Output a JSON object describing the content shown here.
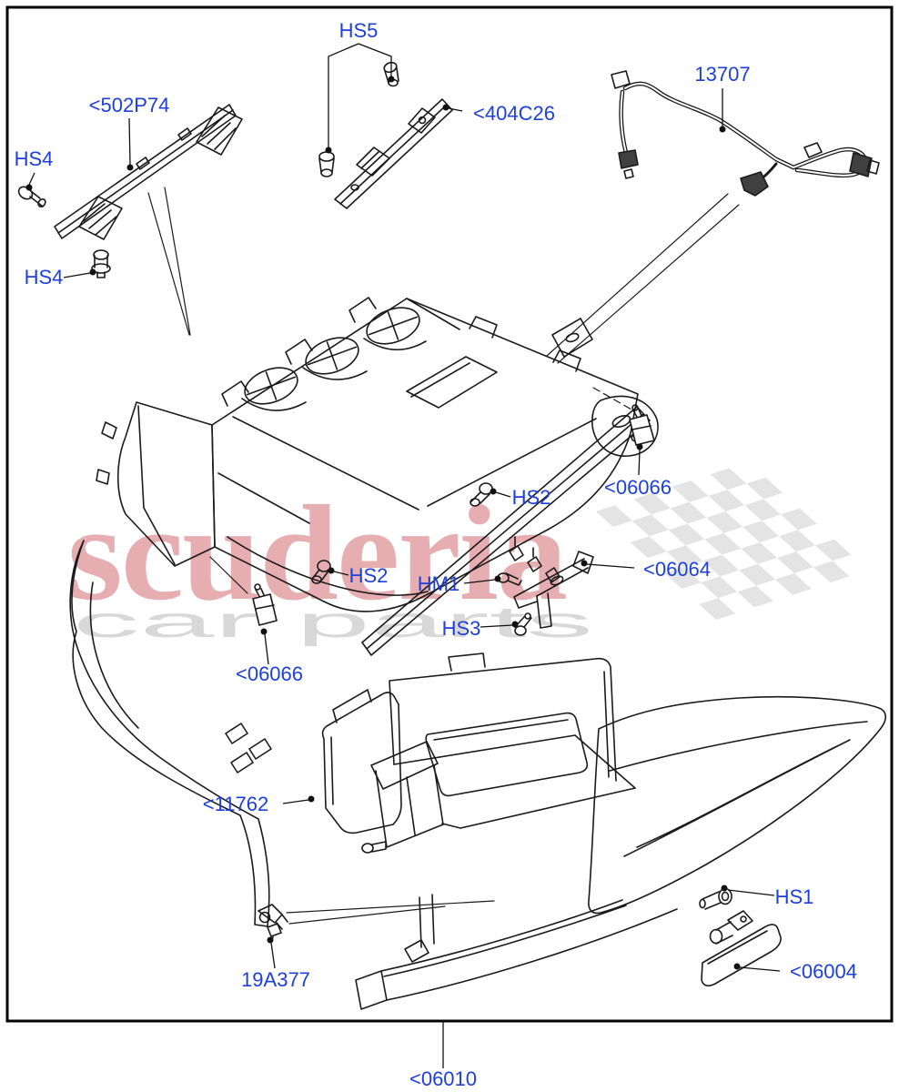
{
  "watermark": {
    "brand": "scuderia",
    "subtext": "car parts",
    "brand_color": "#e6a8ac",
    "subtext_color": "#d8d8d8",
    "flag_color": "#e4e4e4"
  },
  "diagram": {
    "label_color": "#1d3fdb",
    "line_color": "#1a1a1a",
    "callouts": [
      {
        "id": "hs5",
        "text": "HS5"
      },
      {
        "id": "502p74",
        "text": "<502P74"
      },
      {
        "id": "hs4-upper",
        "text": "HS4"
      },
      {
        "id": "hs4-lower",
        "text": "HS4"
      },
      {
        "id": "404c26",
        "text": "<404C26"
      },
      {
        "id": "13707",
        "text": "13707"
      },
      {
        "id": "hs2-upper",
        "text": "HS2"
      },
      {
        "id": "06066-right",
        "text": "<06066"
      },
      {
        "id": "hs2-lower",
        "text": "HS2"
      },
      {
        "id": "hm1",
        "text": "HM1"
      },
      {
        "id": "06064",
        "text": "<06064"
      },
      {
        "id": "hs3",
        "text": "HS3"
      },
      {
        "id": "06066-left",
        "text": "<06066"
      },
      {
        "id": "11762",
        "text": "<11762"
      },
      {
        "id": "19a377",
        "text": "19A377"
      },
      {
        "id": "hs1",
        "text": "HS1"
      },
      {
        "id": "06004",
        "text": "<06004"
      },
      {
        "id": "06010",
        "text": "<06010"
      }
    ]
  }
}
